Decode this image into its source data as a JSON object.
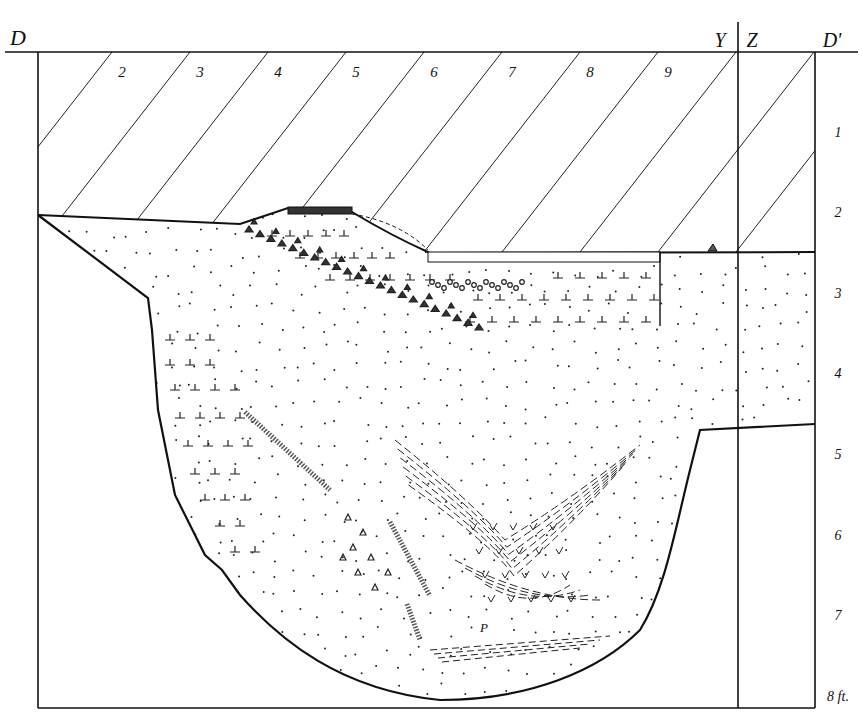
{
  "diagram": {
    "labels": [
      "D",
      "2",
      "3",
      "4",
      "5",
      "6",
      "7",
      "8",
      "9",
      "Y",
      "Z",
      "D'",
      "1",
      "2",
      "3",
      "4",
      "5",
      "6",
      "7",
      "8 ft.",
      "P"
    ]
  }
}
